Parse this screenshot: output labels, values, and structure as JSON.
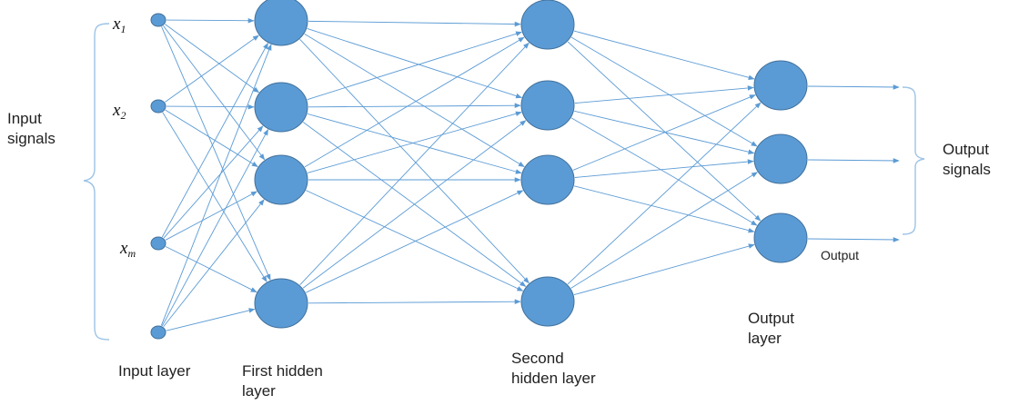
{
  "diagram": {
    "node_color": "#5b9bd5",
    "edge_color": "#5b9bd5",
    "brace_color": "#9dc3e6",
    "inputs": [
      {
        "var": "x",
        "sub": "1"
      },
      {
        "var": "x",
        "sub": "2"
      },
      {
        "var": "x",
        "sub": "m"
      }
    ],
    "labels": {
      "input_signals_line1": "Input",
      "input_signals_line2": "signals",
      "output_signals_line1": "Output",
      "output_signals_line2": "signals",
      "output": "Output",
      "input_layer": "Input layer",
      "first_hidden_line1": "First hidden",
      "first_hidden_line2": "layer",
      "second_hidden_line1": "Second",
      "second_hidden_line2": "hidden layer",
      "output_layer_line1": "Output",
      "output_layer_line2": "layer"
    }
  }
}
